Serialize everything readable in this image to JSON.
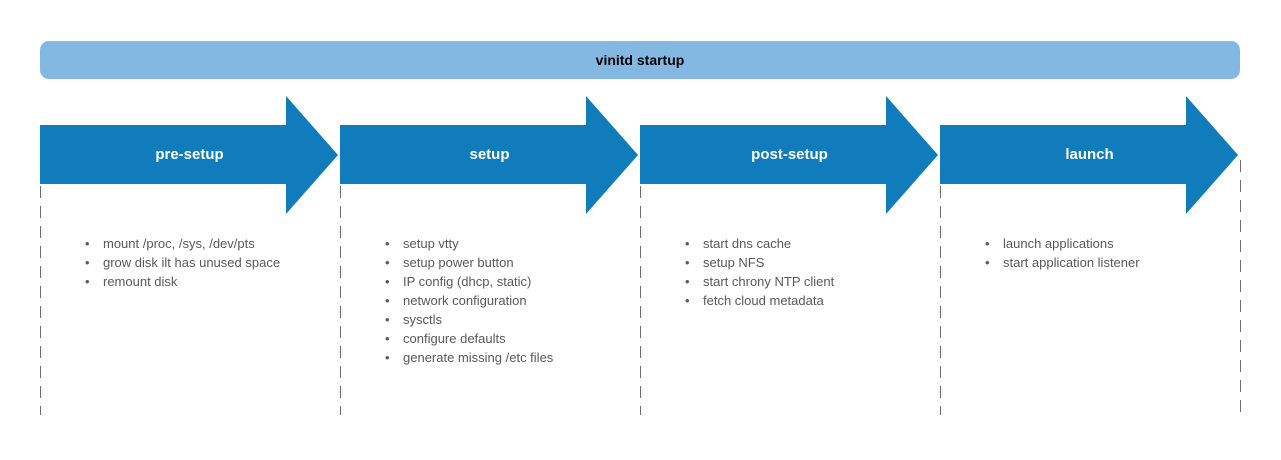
{
  "title": "vinitd startup",
  "colors": {
    "header_bg": "#82B8E2",
    "arrow_fill": "#107CBB",
    "label_text": "#FFFFFF",
    "title_text": "#000000",
    "list_text": "#595959",
    "divider": "#6E6E6E"
  },
  "phases": [
    {
      "label": "pre-setup",
      "items": [
        "mount /proc, /sys, /dev/pts",
        "grow disk ilt has unused space",
        "remount disk"
      ]
    },
    {
      "label": "setup",
      "items": [
        "setup vtty",
        "setup power button",
        "IP config (dhcp, static)",
        "network configuration",
        "sysctls",
        "configure defaults",
        "generate missing /etc files"
      ]
    },
    {
      "label": "post-setup",
      "items": [
        "start dns cache",
        "setup NFS",
        "start chrony NTP client",
        "fetch cloud metadata"
      ]
    },
    {
      "label": "launch",
      "items": [
        "launch applications",
        "start application listener"
      ]
    }
  ]
}
